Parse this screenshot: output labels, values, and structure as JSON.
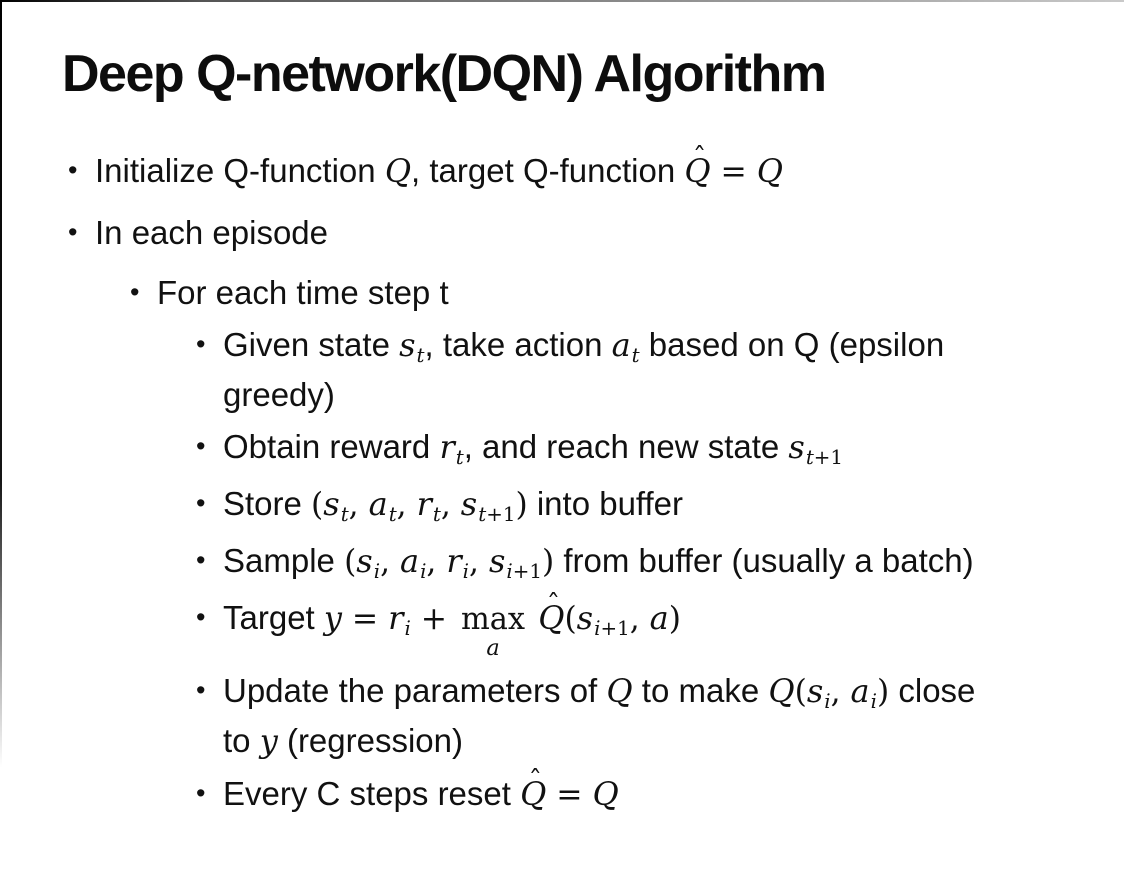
{
  "colors": {
    "text": "#111111",
    "background": "#ffffff",
    "edge_line": "#1a1a1a"
  },
  "slide": {
    "title": "Deep Q-network(DQN) Algorithm",
    "bullet_marker": "•",
    "bullets": [
      {
        "level": 1,
        "runs": [
          {
            "t": "Initialize Q-function "
          },
          {
            "v": "Q"
          },
          {
            "t": ", target Q-function "
          },
          {
            "v": "Q",
            "hat": true
          },
          {
            "mt": " = "
          },
          {
            "v": "Q"
          }
        ]
      },
      {
        "level": 1,
        "runs": [
          {
            "t": "In each episode"
          }
        ]
      },
      {
        "level": 2,
        "runs": [
          {
            "t": "For each time step t"
          }
        ]
      },
      {
        "level": 3,
        "runs": [
          {
            "t": "Given state "
          },
          {
            "v": "s",
            "sub": "t"
          },
          {
            "t": ", take action "
          },
          {
            "v": "a",
            "sub": "t"
          },
          {
            "t": " based on Q (epsilon"
          },
          {
            "br": true
          },
          {
            "t": "greedy)"
          }
        ]
      },
      {
        "level": 3,
        "runs": [
          {
            "t": "Obtain reward "
          },
          {
            "v": "r",
            "sub": "t"
          },
          {
            "t": ", and reach new state "
          },
          {
            "v": "s",
            "sub": "t+1"
          }
        ]
      },
      {
        "level": 3,
        "runs": [
          {
            "t": "Store "
          },
          {
            "mt": "("
          },
          {
            "v": "s",
            "sub": "t"
          },
          {
            "mt": ", "
          },
          {
            "v": "a",
            "sub": "t"
          },
          {
            "mt": ", "
          },
          {
            "v": "r",
            "sub": "t"
          },
          {
            "mt": ", "
          },
          {
            "v": "s",
            "sub": "t+1"
          },
          {
            "mt": ")"
          },
          {
            "t": " into buffer"
          }
        ]
      },
      {
        "level": 3,
        "runs": [
          {
            "t": "Sample "
          },
          {
            "mt": "("
          },
          {
            "v": "s",
            "sub": "i"
          },
          {
            "mt": ", "
          },
          {
            "v": "a",
            "sub": "i"
          },
          {
            "mt": ", "
          },
          {
            "v": "r",
            "sub": "i"
          },
          {
            "mt": ", "
          },
          {
            "v": "s",
            "sub": "i+1"
          },
          {
            "mt": ")"
          },
          {
            "t": " from buffer (usually a batch)"
          }
        ]
      },
      {
        "level": 3,
        "runs": [
          {
            "t": "Target "
          },
          {
            "v": "y"
          },
          {
            "mt": " = "
          },
          {
            "v": "r",
            "sub": "i"
          },
          {
            "mt": " + "
          },
          {
            "op": "max",
            "under": "a"
          },
          {
            "t": " "
          },
          {
            "v": "Q",
            "hat": true
          },
          {
            "mt": "("
          },
          {
            "v": "s",
            "sub": "i+1"
          },
          {
            "mt": ", "
          },
          {
            "v": "a"
          },
          {
            "mt": ")"
          }
        ]
      },
      {
        "level": 3,
        "runs": [
          {
            "t": "Update the parameters of "
          },
          {
            "v": "Q"
          },
          {
            "t": " to make "
          },
          {
            "v": "Q"
          },
          {
            "mt": "("
          },
          {
            "v": "s",
            "sub": "i"
          },
          {
            "mt": ", "
          },
          {
            "v": "a",
            "sub": "i"
          },
          {
            "mt": ")"
          },
          {
            "t": " close"
          },
          {
            "br": true
          },
          {
            "t": "to "
          },
          {
            "v": "y"
          },
          {
            "t": " (regression)"
          }
        ]
      },
      {
        "level": 3,
        "runs": [
          {
            "t": "Every C steps reset "
          },
          {
            "v": "Q",
            "hat": true
          },
          {
            "mt": " = "
          },
          {
            "v": "Q"
          }
        ]
      }
    ]
  }
}
